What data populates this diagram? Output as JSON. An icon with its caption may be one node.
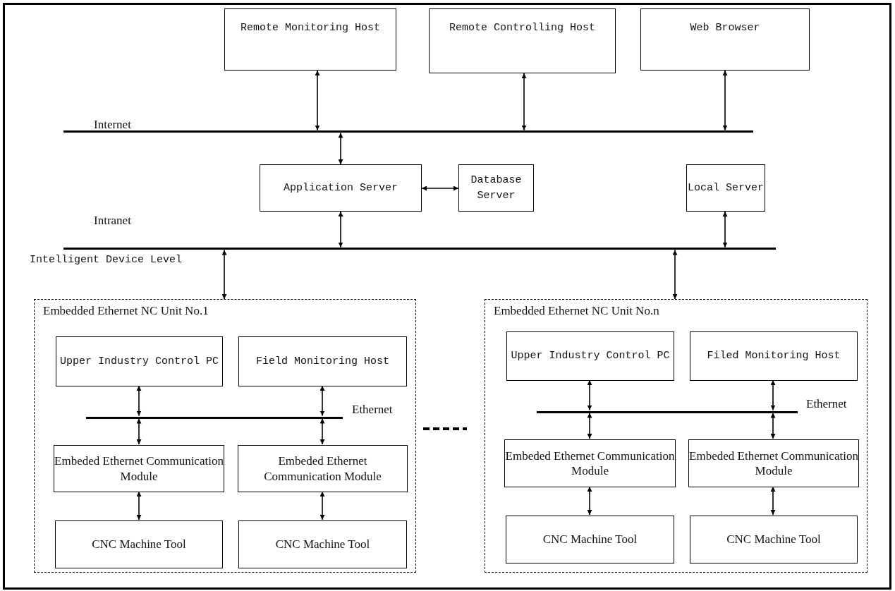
{
  "diagram": {
    "nodes": [
      {
        "text": [
          "Remote Monitoring Host"
        ]
      },
      {
        "text": [
          "Remote Controlling Host"
        ]
      },
      {
        "text": [
          "Web Browser"
        ]
      },
      {
        "text": [],
        "shape": "bar"
      },
      {
        "text": [
          "Application Server"
        ]
      },
      {
        "text": [
          "Database Server"
        ]
      },
      {
        "text": [
          "Local Server"
        ]
      },
      {
        "text": [],
        "shape": "bar"
      },
      {
        "text": [
          "Embedded Ethernet NC Unit No.1"
        ]
      },
      {
        "text": [
          "Upper Industry Control PC"
        ],
        "in": 8
      },
      {
        "text": [
          "Field Monitoring Host"
        ],
        "in": 8
      },
      {
        "text": [],
        "shape": "bar",
        "in": 8
      },
      {
        "text": [
          "Embeded Ethernet Communication Module"
        ],
        "in": 8
      },
      {
        "text": [
          "Embeded Ethernet Communication Module"
        ],
        "in": 8
      },
      {
        "text": [
          "CNC Machine Tool"
        ],
        "in": 8
      },
      {
        "text": [
          "CNC Machine Tool"
        ],
        "in": 8
      },
      {
        "text": [
          "Embedded Ethernet NC Unit No.n"
        ]
      },
      {
        "text": [
          "Upper Industry Control PC"
        ],
        "in": 16
      },
      {
        "text": [
          "Filed Monitoring Host"
        ],
        "in": 16
      },
      {
        "text": [],
        "shape": "bar",
        "in": 16
      },
      {
        "text": [
          "Embeded Ethernet Communication Module"
        ],
        "in": 16
      },
      {
        "text": [
          "Embeded Ethernet Communication Module"
        ],
        "in": 16
      },
      {
        "text": [
          "CNC Machine Tool"
        ],
        "in": 16
      },
      {
        "text": [
          "CNC Machine Tool"
        ],
        "in": 16
      }
    ],
    "edges": [
      {
        "from": 0,
        "to": 3,
        "arrow": "both"
      },
      {
        "from": 1,
        "to": 3,
        "arrow": "both"
      },
      {
        "from": 2,
        "to": 3,
        "arrow": "both"
      },
      {
        "from": 3,
        "to": 4,
        "arrow": "both"
      },
      {
        "from": 4,
        "to": 5,
        "arrow": "both"
      },
      {
        "from": 4,
        "to": 7,
        "arrow": "both"
      },
      {
        "from": 6,
        "to": 7,
        "arrow": "both"
      },
      {
        "from": 7,
        "to": 8,
        "arrow": "both"
      },
      {
        "from": 7,
        "to": 16,
        "arrow": "both"
      },
      {
        "from": 9,
        "to": 11,
        "arrow": "both"
      },
      {
        "from": 10,
        "to": 11,
        "arrow": "both"
      },
      {
        "from": 11,
        "to": 12,
        "arrow": "both"
      },
      {
        "from": 11,
        "to": 13,
        "arrow": "both"
      },
      {
        "from": 12,
        "to": 14,
        "arrow": "both"
      },
      {
        "from": 13,
        "to": 15,
        "arrow": "both"
      },
      {
        "from": 17,
        "to": 19,
        "arrow": "both"
      },
      {
        "from": 18,
        "to": 19,
        "arrow": "both"
      },
      {
        "from": 19,
        "to": 20,
        "arrow": "both"
      },
      {
        "from": 19,
        "to": 21,
        "arrow": "both"
      },
      {
        "from": 20,
        "to": 22,
        "arrow": "both"
      },
      {
        "from": 21,
        "to": 23,
        "arrow": "both"
      }
    ],
    "labels": [
      "Internet",
      "Intranet",
      "Intelligent Device Level",
      "Ethernet",
      "Ethernet"
    ]
  }
}
